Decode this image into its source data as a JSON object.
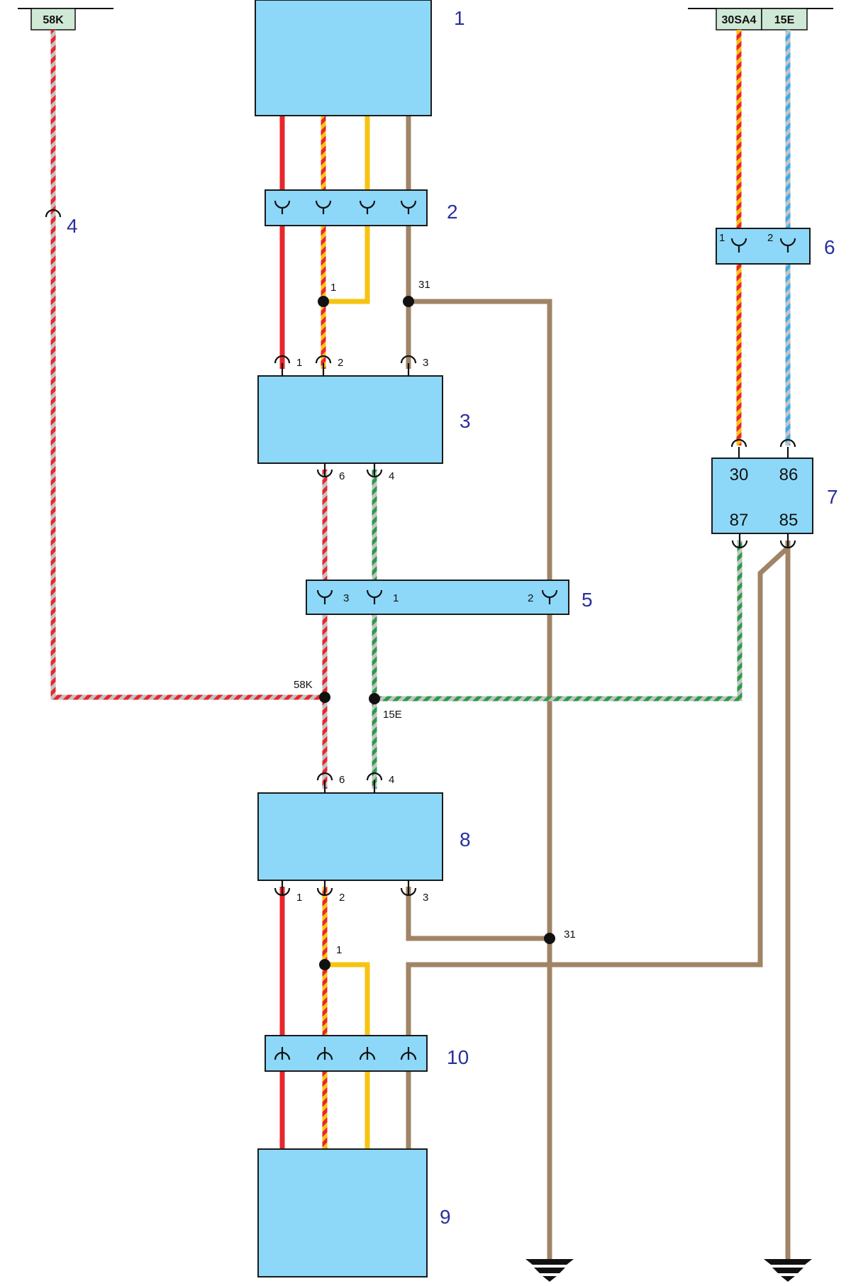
{
  "colors": {
    "block_fill": "#8dd8f8",
    "block_stroke": "#1a1a1a",
    "terminal_fill": "#cfe9d6",
    "red": "#e8262b",
    "yellow": "#f7c312",
    "brown": "#a08466",
    "grey": "#c3c3c3",
    "green": "#2a9a48",
    "blue": "#3fa9e6",
    "label_blue": "#2a2f9c",
    "node": "#111111"
  },
  "terminals": {
    "t58k": "58K",
    "t30sa4": "30SA4",
    "t15e": "15E"
  },
  "components": {
    "c1": "1",
    "c2": "2",
    "c3": "3",
    "c4": "4",
    "c5": "5",
    "c6": "6",
    "c7": "7",
    "c8": "8",
    "c9": "9",
    "c10": "10"
  },
  "pins": {
    "c3_top": [
      "1",
      "2",
      "3"
    ],
    "c3_bottom": [
      "6",
      "4"
    ],
    "c5": [
      "3",
      "1",
      "2"
    ],
    "c6": [
      "1",
      "2"
    ],
    "c8_top": [
      "6",
      "4"
    ],
    "c8_bottom": [
      "1",
      "2",
      "3"
    ]
  },
  "relay": {
    "p30": "30",
    "p86": "86",
    "p87": "87",
    "p85": "85"
  },
  "nodes": {
    "upper_1": "1",
    "upper_31": "31",
    "lower_1": "1",
    "lower_31": "31",
    "n58k": "58K",
    "n15e": "15E"
  }
}
